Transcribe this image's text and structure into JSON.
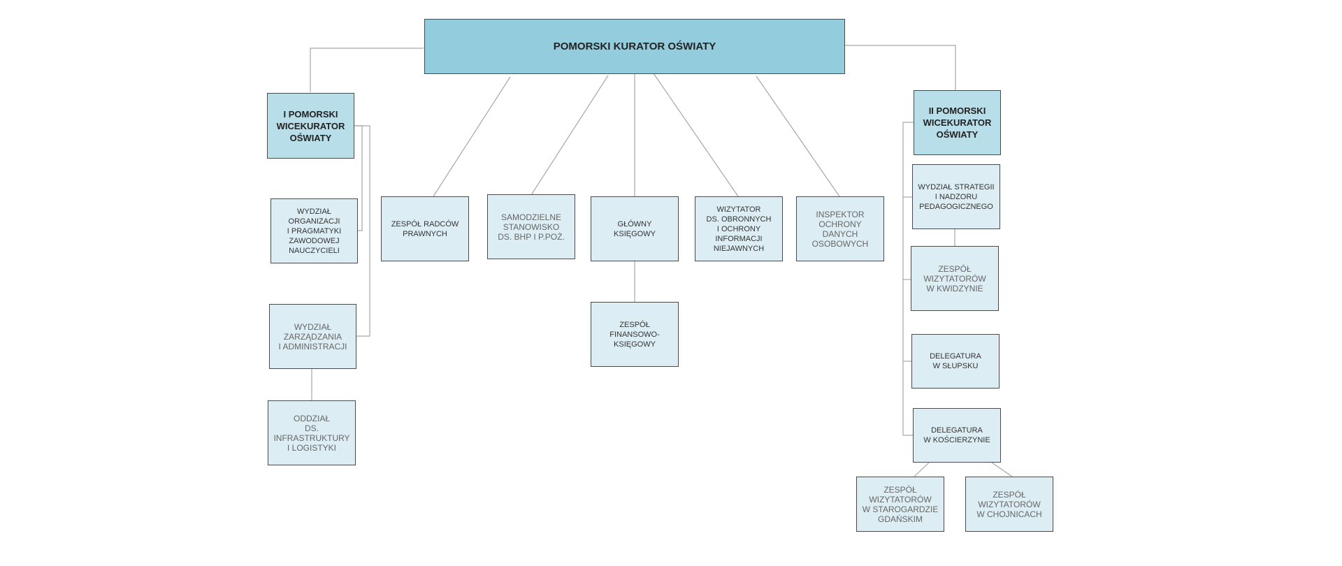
{
  "org_chart": {
    "head": "POMORSKI KURATOR OŚWIATY",
    "vice1": "I POMORSKI\nWICEKURATOR\nOŚWIATY",
    "vice2": "II POMORSKI\nWICEKURATOR\nOŚWIATY",
    "vice1_units": {
      "organizacji": "WYDZIAŁ\nORGANIZACJI\nI PRAGMATYKI\nZAWODOWEJ\nNAUCZYCIELI",
      "zarzadzania": "WYDZIAŁ\nZARZĄDZANIA\nI ADMINISTRACJI",
      "oddzial": "ODDZIAŁ\nDS. INFRASTRUKTURY\nI LOGISTYKI"
    },
    "head_units": {
      "radcow": "ZESPÓŁ RADCÓW\nPRAWNYCH",
      "bhp": "SAMODZIELNE\nSTANOWISKO\nDS. BHP I P.POŻ.",
      "ksiegowy": "GŁÓWNY\nKSIĘGOWY",
      "finansowo": "ZESPÓŁ\nFINANSOWO-\nKSIĘGOWY",
      "wizytator": "WIZYTATOR\nDS. OBRONNYCH\nI OCHRONY\nINFORMACJI\nNIEJAWNYCH",
      "inspektor": "INSPEKTOR\nOCHRONY\nDANYCH\nOSOBOWYCH"
    },
    "vice2_units": {
      "strategii": "WYDZIAŁ STRATEGII\nI NADZORU\nPEDAGOGICZNEGO",
      "kwidzyn": "ZESPÓŁ\nWIZYTATORÓW\nW KWIDZYNIE",
      "slupsk": "DELEGATURA\nW SŁUPSKU",
      "koscierzyna": "DELEGATURA\nW KOŚCIERZYNIE",
      "starogard": "ZESPÓŁ\nWIZYTATORÓW\nW STAROGARDZIE\nGDAŃSKIM",
      "chojnice": "ZESPÓŁ\nWIZYTATORÓW\nW CHOJNICACH"
    }
  },
  "colors": {
    "head_fill": "#93ccdc",
    "vice_fill": "#b8dee9",
    "unit_fill": "#dcedf3",
    "border": "#4a4a4a",
    "connector": "#a6a6a6"
  }
}
